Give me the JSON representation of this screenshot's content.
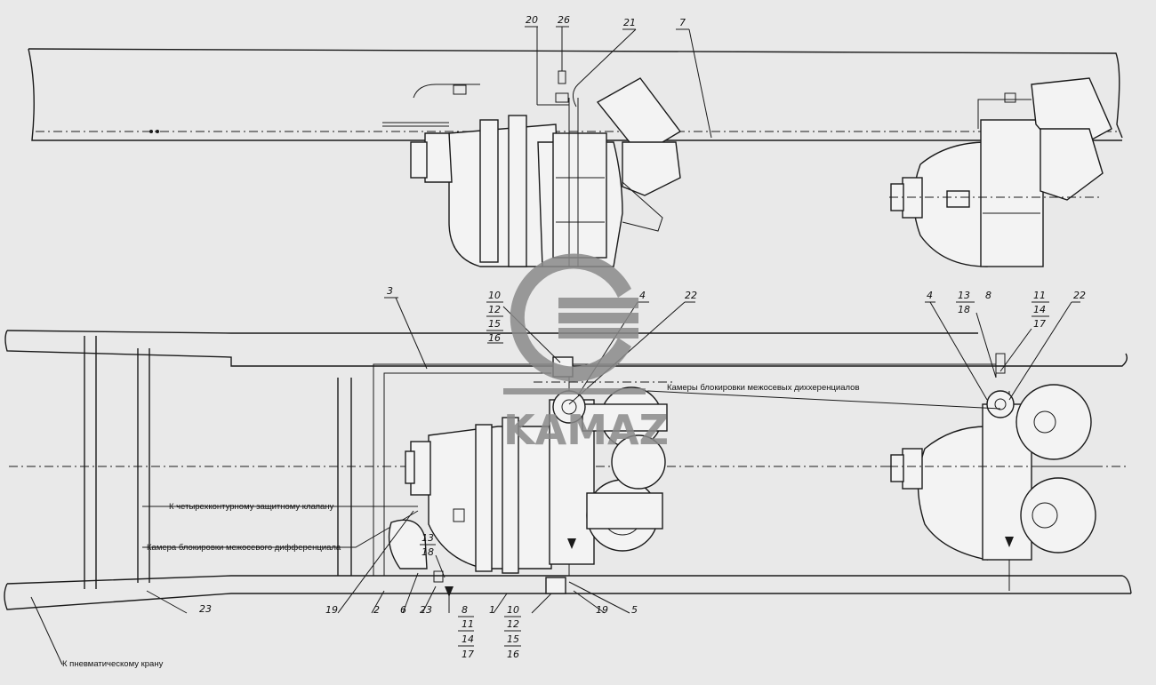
{
  "logo": {
    "text": "KAMAZ",
    "color": "#8a8a8a"
  },
  "annotations": {
    "four_circuit_valve": "К четырехконтурному защитному клапану",
    "interaxle_lock_chamber": "Камера блокировки межосевого дифференциала",
    "interwheel_lock_chambers": "Камеры блокировки межосевых диххеренциалов",
    "pneumatic_crane": "К пневматическому крану"
  },
  "callouts": {
    "top_20": "20",
    "top_26": "26",
    "top_21": "21",
    "top_7": "7",
    "mid_3": "3",
    "mid_stack_left": [
      "10",
      "12",
      "15",
      "16"
    ],
    "mid_4_left": "4",
    "mid_22_left": "22",
    "mid_4_right": "4",
    "mid_stack_right_a": [
      "13",
      "18"
    ],
    "mid_8_right": "8",
    "mid_stack_right_b": [
      "11",
      "14",
      "17"
    ],
    "mid_22_right": "22",
    "low_13_18": [
      "13",
      "18"
    ],
    "bottom_23_left": "23",
    "bottom_19_left": "19",
    "bottom_2": "2",
    "bottom_6": "6",
    "bottom_23": "23",
    "bottom_stack_8": [
      "8",
      "11",
      "14",
      "17"
    ],
    "bottom_1": "1",
    "bottom_stack_10": [
      "10",
      "12",
      "15",
      "16"
    ],
    "bottom_19": "19",
    "bottom_5": "5"
  },
  "colors": {
    "line": "#1a1a1a",
    "paper": "#e9e9e9"
  }
}
